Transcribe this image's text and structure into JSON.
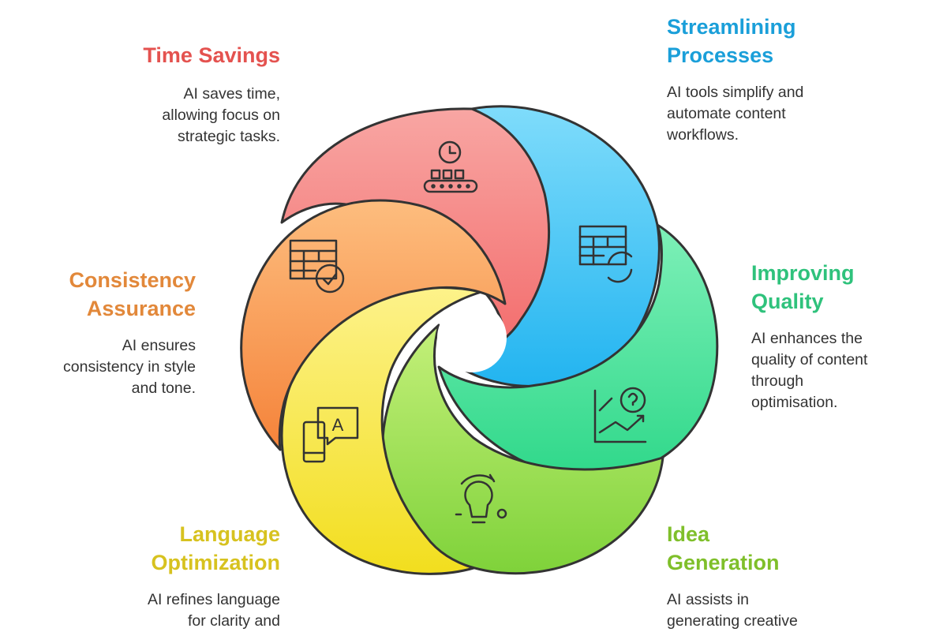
{
  "colors": {
    "time": "#e4524f",
    "streamline": "#1a9fd9",
    "quality": "#2fc27c",
    "idea": "#7fbf2a",
    "language": "#d7c21f",
    "consistency": "#e2883a",
    "outline": "#333333"
  },
  "segments": [
    {
      "id": "time",
      "title_lines": [
        "Time Savings"
      ],
      "desc_lines": [
        "AI saves time,",
        "allowing focus on",
        "strategic tasks."
      ],
      "icon": "clock-conveyor-icon",
      "fill_top": "#f8a6a3",
      "fill_bottom": "#f36b6b"
    },
    {
      "id": "streamline",
      "title_lines": [
        "Streamlining",
        "Processes"
      ],
      "desc_lines": [
        "AI tools simplify and",
        "automate content",
        "workflows."
      ],
      "icon": "table-refresh-icon",
      "fill_top": "#7fdcfb",
      "fill_bottom": "#22b4f0"
    },
    {
      "id": "quality",
      "title_lines": [
        "Improving",
        "Quality"
      ],
      "desc_lines": [
        "AI enhances the",
        "quality of content",
        "through",
        "optimisation."
      ],
      "icon": "chart-question-icon",
      "fill_top": "#7ef0b8",
      "fill_bottom": "#2fd88a"
    },
    {
      "id": "idea",
      "title_lines": [
        "Idea",
        "Generation"
      ],
      "desc_lines": [
        "AI assists in",
        "generating creative"
      ],
      "icon": "lightbulb-icon",
      "fill_top": "#c4f07a",
      "fill_bottom": "#7fd23a"
    },
    {
      "id": "language",
      "title_lines": [
        "Language",
        "Optimization"
      ],
      "desc_lines": [
        "AI refines language",
        "for clarity and"
      ],
      "icon": "phone-chat-icon",
      "fill_top": "#fdf28a",
      "fill_bottom": "#f2de1e"
    },
    {
      "id": "consistency",
      "title_lines": [
        "Consistency",
        "Assurance"
      ],
      "desc_lines": [
        "AI ensures",
        "consistency in style",
        "and tone."
      ],
      "icon": "table-check-icon",
      "fill_top": "#fdbd7e",
      "fill_bottom": "#f5833a"
    }
  ]
}
